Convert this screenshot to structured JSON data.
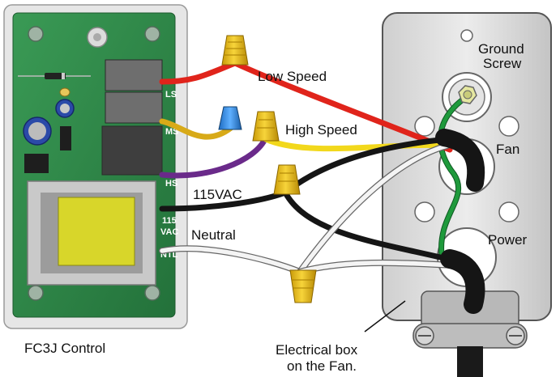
{
  "control": {
    "caption": "FC3J Control",
    "terminals": [
      "LS",
      "MS",
      "HS",
      "115",
      "VAC",
      "NTL"
    ]
  },
  "wires": {
    "low_speed": "Low Speed",
    "high_speed": "High Speed",
    "line": "115VAC",
    "neutral": "Neutral"
  },
  "box": {
    "ground_1": "Ground",
    "ground_2": "Screw",
    "fan": "Fan",
    "power": "Power",
    "caption_1": "Electrical box",
    "caption_2": "on the Fan."
  },
  "colors": {
    "board": "#2f8a4a",
    "red_wire": "#e0241b",
    "yellow_wire": "#f2d81c",
    "mustard_wire": "#d8aa18",
    "purple_wire": "#6a2a8a",
    "black_wire": "#151515",
    "white_wire": "#f4f4f4",
    "green_wire": "#1f9a3c",
    "wire_nut": "#f2c21a",
    "blue_cap": "#2e8ee8"
  }
}
